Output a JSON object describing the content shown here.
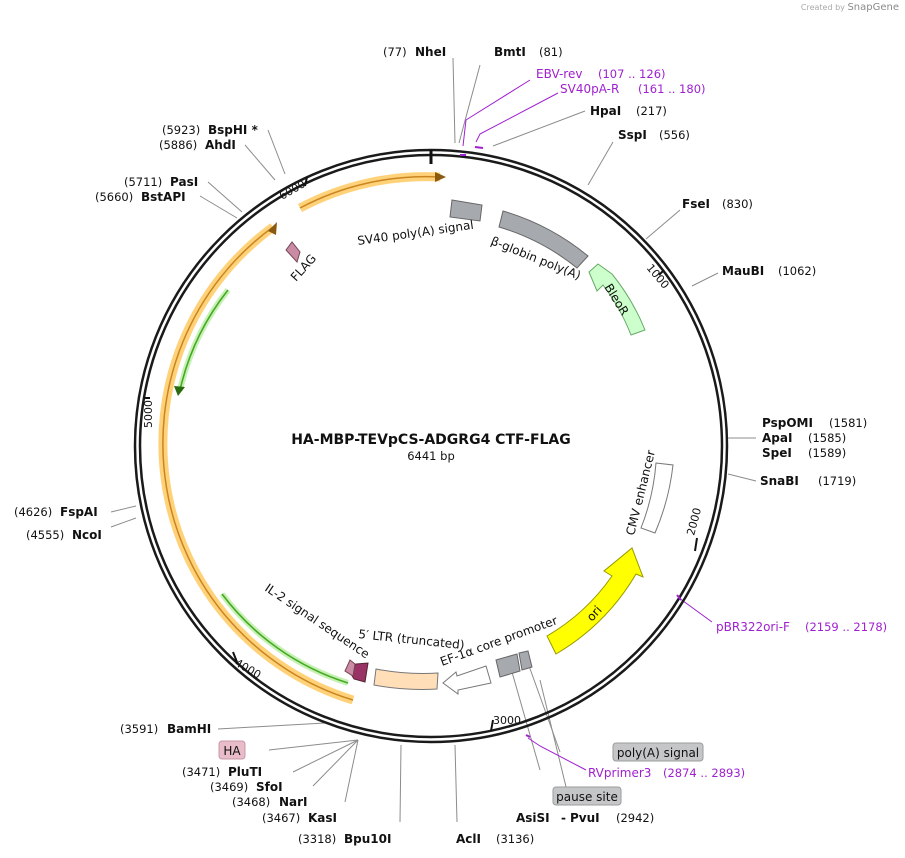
{
  "credit": {
    "prefix": "Created by",
    "brand": "SnapGene"
  },
  "plasmid": {
    "name": "HA-MBP-TEVpCS-ADGRG4 CTF-FLAG",
    "length_label": "6441 bp",
    "length": 6441
  },
  "ticks": [
    {
      "pos": 1000,
      "label": "1000"
    },
    {
      "pos": 2000,
      "label": "2000"
    },
    {
      "pos": 3000,
      "label": "3000"
    },
    {
      "pos": 4000,
      "label": "4000"
    },
    {
      "pos": 5000,
      "label": "5000"
    },
    {
      "pos": 6000,
      "label": "6000"
    }
  ],
  "sites": [
    {
      "name": "NheI",
      "pos": "(77)"
    },
    {
      "name": "BmtI",
      "pos": "(81)"
    },
    {
      "name": "HpaI",
      "pos": "(217)"
    },
    {
      "name": "SspI",
      "pos": "(556)"
    },
    {
      "name": "FseI",
      "pos": "(830)"
    },
    {
      "name": "MauBI",
      "pos": "(1062)"
    },
    {
      "name": "PspOMI",
      "pos": "(1581)"
    },
    {
      "name": "ApaI",
      "pos": "(1585)"
    },
    {
      "name": "SpeI",
      "pos": "(1589)"
    },
    {
      "name": "SnaBI",
      "pos": "(1719)"
    },
    {
      "name": "PvuI",
      "pos": "(2942)"
    },
    {
      "name": "AsiSI",
      "pos": ""
    },
    {
      "name": "AclI",
      "pos": "(3136)"
    },
    {
      "name": "Bpu10I",
      "pos": "(3318)"
    },
    {
      "name": "KasI",
      "pos": "(3467)"
    },
    {
      "name": "NarI",
      "pos": "(3468)"
    },
    {
      "name": "SfoI",
      "pos": "(3469)"
    },
    {
      "name": "PluTI",
      "pos": "(3471)"
    },
    {
      "name": "BamHI",
      "pos": "(3591)"
    },
    {
      "name": "NcoI",
      "pos": "(4555)"
    },
    {
      "name": "FspAI",
      "pos": "(4626)"
    },
    {
      "name": "BstAPI",
      "pos": "(5660)"
    },
    {
      "name": "PasI",
      "pos": "(5711)"
    },
    {
      "name": "AhdI",
      "pos": "(5886)"
    },
    {
      "name": "BspHI *",
      "pos": "(5923)"
    }
  ],
  "primers": [
    {
      "name": "EBV-rev",
      "pos": "(107 .. 126)"
    },
    {
      "name": "SV40pA-R",
      "pos": "(161 .. 180)"
    },
    {
      "name": "pBR322ori-F",
      "pos": "(2159 .. 2178)"
    },
    {
      "name": "RVprimer3",
      "pos": "(2874 .. 2893)"
    }
  ],
  "boxed_labels": [
    "HA",
    "poly(A) signal",
    "pause site"
  ],
  "features": [
    {
      "name": "SV40 poly(A) signal",
      "color": "#a6a9ad"
    },
    {
      "name": "β-globin poly(A)",
      "color": "#a6a9ad"
    },
    {
      "name": "BleoR",
      "color": "#ccffcc"
    },
    {
      "name": "CMV enhancer",
      "color": "#ffffff"
    },
    {
      "name": "ori",
      "color": "#ffff00"
    },
    {
      "name": "EF-1α core promoter",
      "color": "#ffffff"
    },
    {
      "name": "5′ LTR (truncated)",
      "color": "#ffdeb8"
    },
    {
      "name": "IL-2 signal sequence",
      "color": "#993366"
    },
    {
      "name": "FLAG",
      "color": "#c98ca4"
    }
  ],
  "colors": {
    "backbone": "#1a1a1a",
    "primer": "#a020d0",
    "orf_highlight": "#ffd27a",
    "orf_arrow": "#e0a040",
    "green_arrow": "#44aa22"
  }
}
